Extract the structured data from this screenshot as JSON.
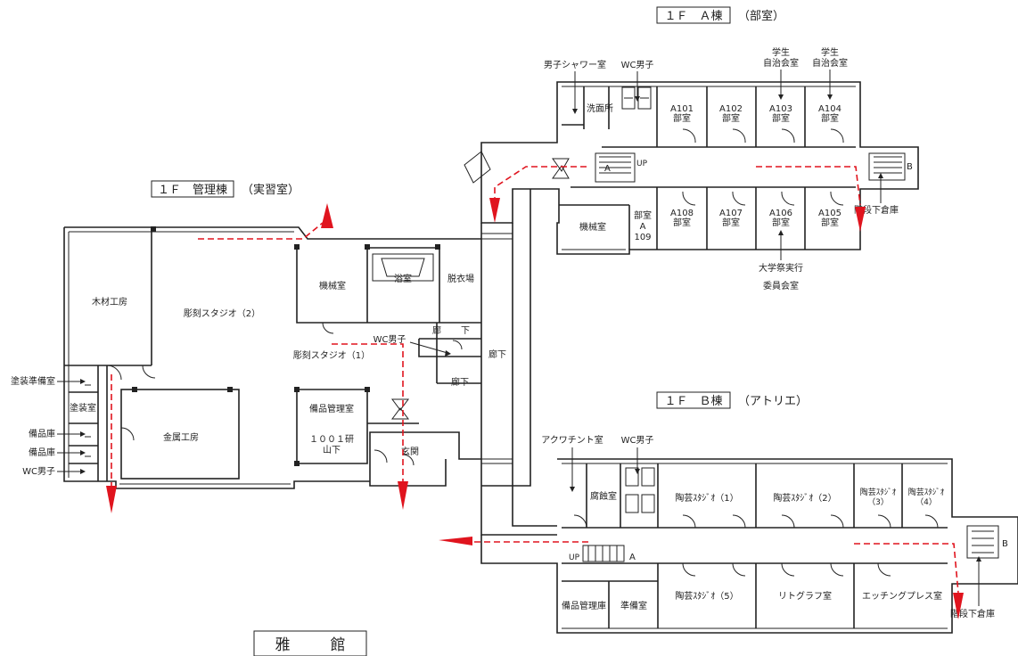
{
  "titles": {
    "a_building": "１Ｆ　Ａ棟",
    "a_sub": "（部室）",
    "kanri": "１Ｆ　管理棟",
    "kanri_sub": "（実習室）",
    "b_building": "１Ｆ　Ｂ棟",
    "b_sub": "（アトリエ）",
    "main": "雅　館"
  },
  "a_block": {
    "shower": "男子シャワー室",
    "wc": "WC男子",
    "jichi1_a": "学生",
    "jichi1_b": "自治会室",
    "jichi2_a": "学生",
    "jichi2_b": "自治会室",
    "senmen": "洗面所",
    "rooms_top": [
      {
        "no": "A101",
        "name": "部室"
      },
      {
        "no": "A102",
        "name": "部室"
      },
      {
        "no": "A103",
        "name": "部室"
      },
      {
        "no": "A104",
        "name": "部室"
      }
    ],
    "rooms_bottom": [
      {
        "no": "A108",
        "name": "部室"
      },
      {
        "no": "A107",
        "name": "部室"
      },
      {
        "no": "A106",
        "name": "部室"
      },
      {
        "no": "A105",
        "name": "部室"
      }
    ],
    "kikai": "機械室",
    "a109_a": "部室",
    "a109_b": "A",
    "a109_c": "109",
    "stair_a": "A",
    "stair_b": "B",
    "up": "UP",
    "kaidan": "階段下倉庫",
    "festival_a": "大学祭実行",
    "festival_b": "委員会室"
  },
  "kanri_block": {
    "mokuzai": "木材工房",
    "chokoku2": "彫刻スタジオ（2）",
    "chokoku1": "彫刻スタジオ（1）",
    "kikai": "機械室",
    "yokushitsu": "浴室",
    "datsui": "脱衣場",
    "rouka1": "廊",
    "rouka2": "下",
    "rouka3": "廊下",
    "rouka4": "廊下",
    "wc": "WC男子",
    "toso_jumbi": "塗装準備室",
    "toso": "塗装室",
    "bihin1": "備品庫",
    "bihin2": "備品庫",
    "wc2": "WC男子",
    "kinzoku": "金属工房",
    "bihin_kanri": "備品管理室",
    "ken_a": "１００１研",
    "ken_b": "山下",
    "genkan": "玄関"
  },
  "b_block": {
    "aquatint": "アクワチント室",
    "wc": "WC男子",
    "fushoku": "腐蝕室",
    "togei1": "陶芸ｽﾀｼﾞｵ（1）",
    "togei2": "陶芸ｽﾀｼﾞｵ（2）",
    "togei3_a": "陶芸ｽﾀｼﾞｵ",
    "togei3_b": "（3）",
    "togei4_a": "陶芸ｽﾀｼﾞｵ",
    "togei4_b": "（4）",
    "togei5": "陶芸ｽﾀｼﾞｵ（5）",
    "litho": "リトグラフ室",
    "etching": "エッチングプレス室",
    "bihin_kanri": "備品管理庫",
    "jumbi": "準備室",
    "stair_a": "A",
    "stair_b": "B",
    "up": "UP",
    "kaidan": "階段下倉庫"
  },
  "colors": {
    "wall": "#222222",
    "evacuation": "#e0141e"
  }
}
